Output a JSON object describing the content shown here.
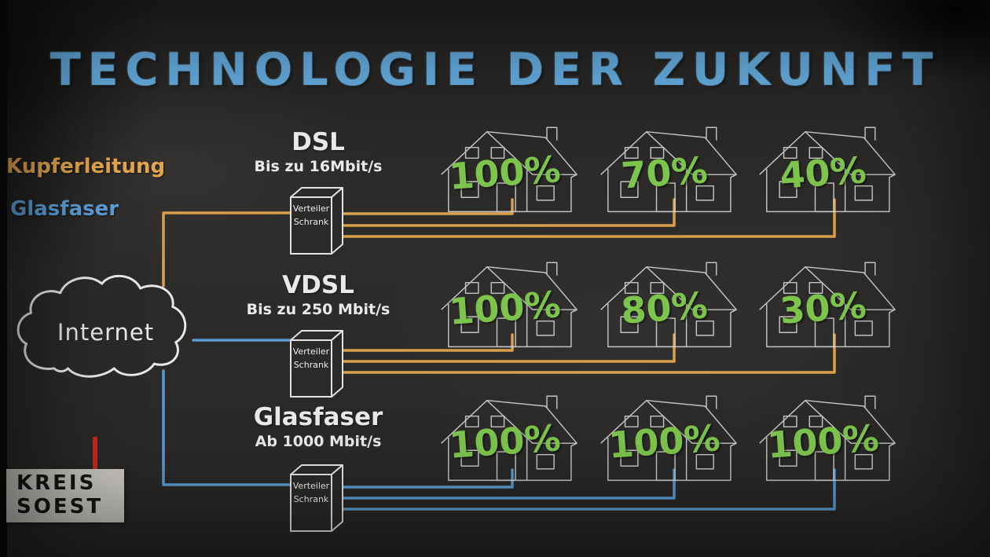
{
  "title": "TECHNOLOGIE DER ZUKUNFT",
  "legend": {
    "copper_label": "Kupferleitung",
    "fiber_label": "Glasfaser"
  },
  "cloud_label": "Internet",
  "cabinet": {
    "line1": "Verteiler",
    "line2": "Schrank"
  },
  "rows": [
    {
      "name": "DSL",
      "speed": "Bis zu 16Mbit/s",
      "houses": [
        {
          "percent": "100%"
        },
        {
          "percent": "70%"
        },
        {
          "percent": "40%"
        }
      ]
    },
    {
      "name": "VDSL",
      "speed": "Bis zu 250 Mbit/s",
      "houses": [
        {
          "percent": "100%"
        },
        {
          "percent": "80%"
        },
        {
          "percent": "30%"
        }
      ]
    },
    {
      "name": "Glasfaser",
      "speed": "Ab 1000 Mbit/s",
      "houses": [
        {
          "percent": "100%"
        },
        {
          "percent": "100%"
        },
        {
          "percent": "100%"
        }
      ]
    }
  ],
  "logo": {
    "line1": "KREIS",
    "line2": "SOEST"
  },
  "colors": {
    "copper": "#e3a54d",
    "fiber": "#5c9fd9",
    "percent-green": "#7cc44c",
    "chalk": "#e9e9e9",
    "title-blue": "#64abdd",
    "logo-red": "#c32a1e",
    "logo-bg": "#c7c5be"
  }
}
